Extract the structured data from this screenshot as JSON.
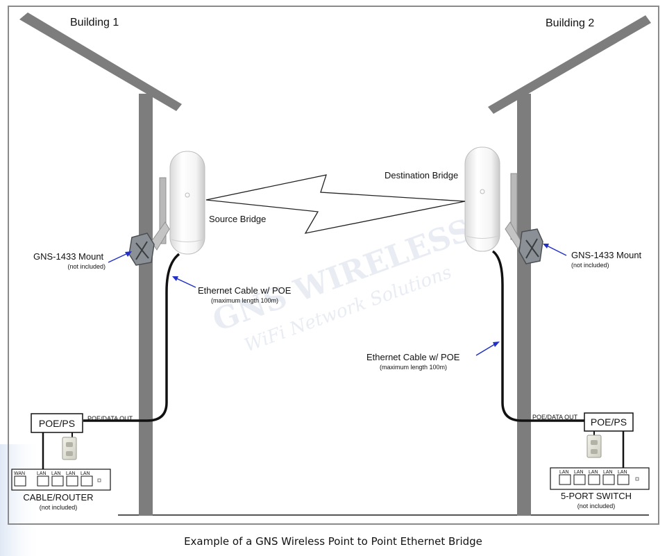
{
  "buildings": {
    "left": {
      "name": "Building 1"
    },
    "right": {
      "name": "Building 2"
    }
  },
  "bridges": {
    "source": {
      "label": "Source Bridge"
    },
    "destination": {
      "label": "Destination Bridge"
    }
  },
  "mounts": {
    "left": {
      "label": "GNS-1433 Mount",
      "note": "(not included)"
    },
    "right": {
      "label": "GNS-1433 Mount",
      "note": "(not included)"
    }
  },
  "cables": {
    "left": {
      "label": "Ethernet Cable w/ POE",
      "note": "(maximum length 100m)"
    },
    "right": {
      "label": "Ethernet Cable w/ POE",
      "note": "(maximum length 100m)"
    }
  },
  "poe": {
    "left": {
      "box_label": "POE/PS",
      "out_label": "POE/DATA OUT"
    },
    "right": {
      "box_label": "POE/PS",
      "out_label": "POE/DATA OUT"
    }
  },
  "router": {
    "ports": [
      "WAN",
      "LAN",
      "LAN",
      "LAN",
      "LAN"
    ],
    "name": "CABLE/ROUTER",
    "note": "(not included)"
  },
  "switch": {
    "ports": [
      "LAN",
      "LAN",
      "LAN",
      "LAN",
      "LAN"
    ],
    "name": "5-PORT SWITCH",
    "note": "(not included)"
  },
  "watermark": {
    "brand": "GNS WIRELESS",
    "tagline": "WiFi Network Solutions"
  },
  "caption": "Example of a GNS Wireless Point to Point Ethernet Bridge",
  "colors": {
    "frame": "#8a8a8a",
    "pole": "#7d7d7d",
    "arrow": "#2230c8",
    "cable": "#111111",
    "watermark": "#e9edf3"
  }
}
